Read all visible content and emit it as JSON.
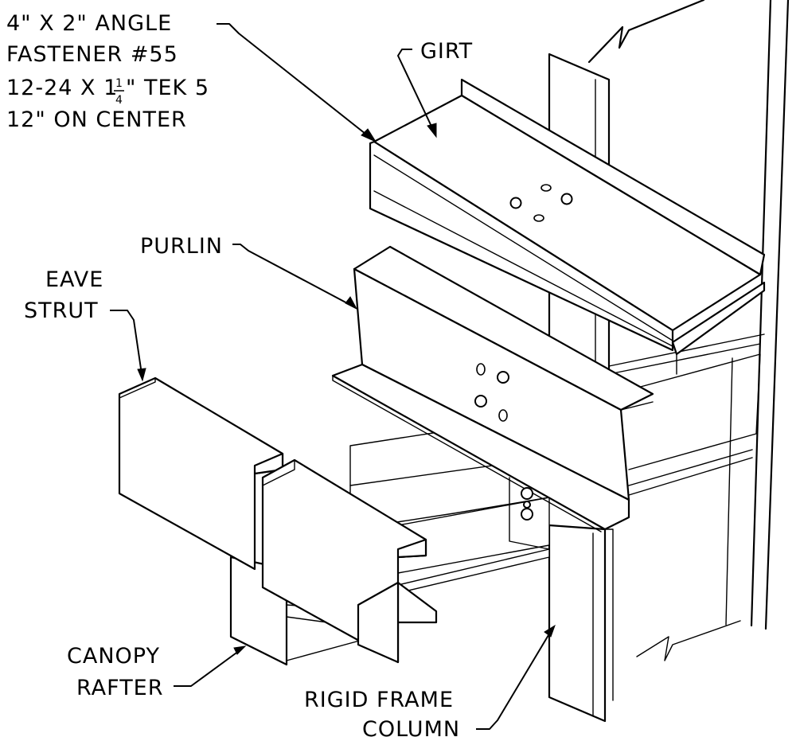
{
  "labels": {
    "angle_line1": "4\" X 2\" ANGLE",
    "angle_line2": "FASTENER #55",
    "angle_line3_a": "12-24 X 1",
    "angle_line3_num": "1",
    "angle_line3_den": "4",
    "angle_line3_b": "\" TEK 5",
    "angle_line4": "12\" ON CENTER",
    "girt": "GIRT",
    "purlin": "PURLIN",
    "eave_line1": "EAVE",
    "eave_line2": "STRUT",
    "canopy_line1": "CANOPY",
    "canopy_line2": "RAFTER",
    "column_line1": "RIGID FRAME",
    "column_line2": "COLUMN"
  }
}
